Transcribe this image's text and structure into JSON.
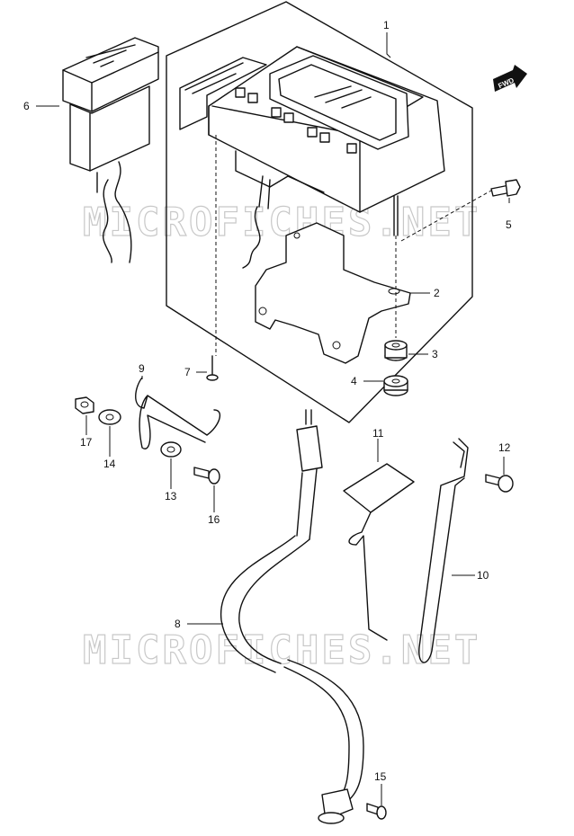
{
  "watermark": "MICROFICHES.NET",
  "direction_badge": "FWD",
  "callouts": {
    "p1": "1",
    "p2": "2",
    "p3": "3",
    "p4": "4",
    "p5": "5",
    "p6": "6",
    "p7": "7",
    "p8": "8",
    "p9": "9",
    "p10": "10",
    "p11": "11",
    "p12": "12",
    "p13": "13",
    "p14": "14",
    "p15": "15",
    "p16": "16",
    "p17": "17"
  }
}
